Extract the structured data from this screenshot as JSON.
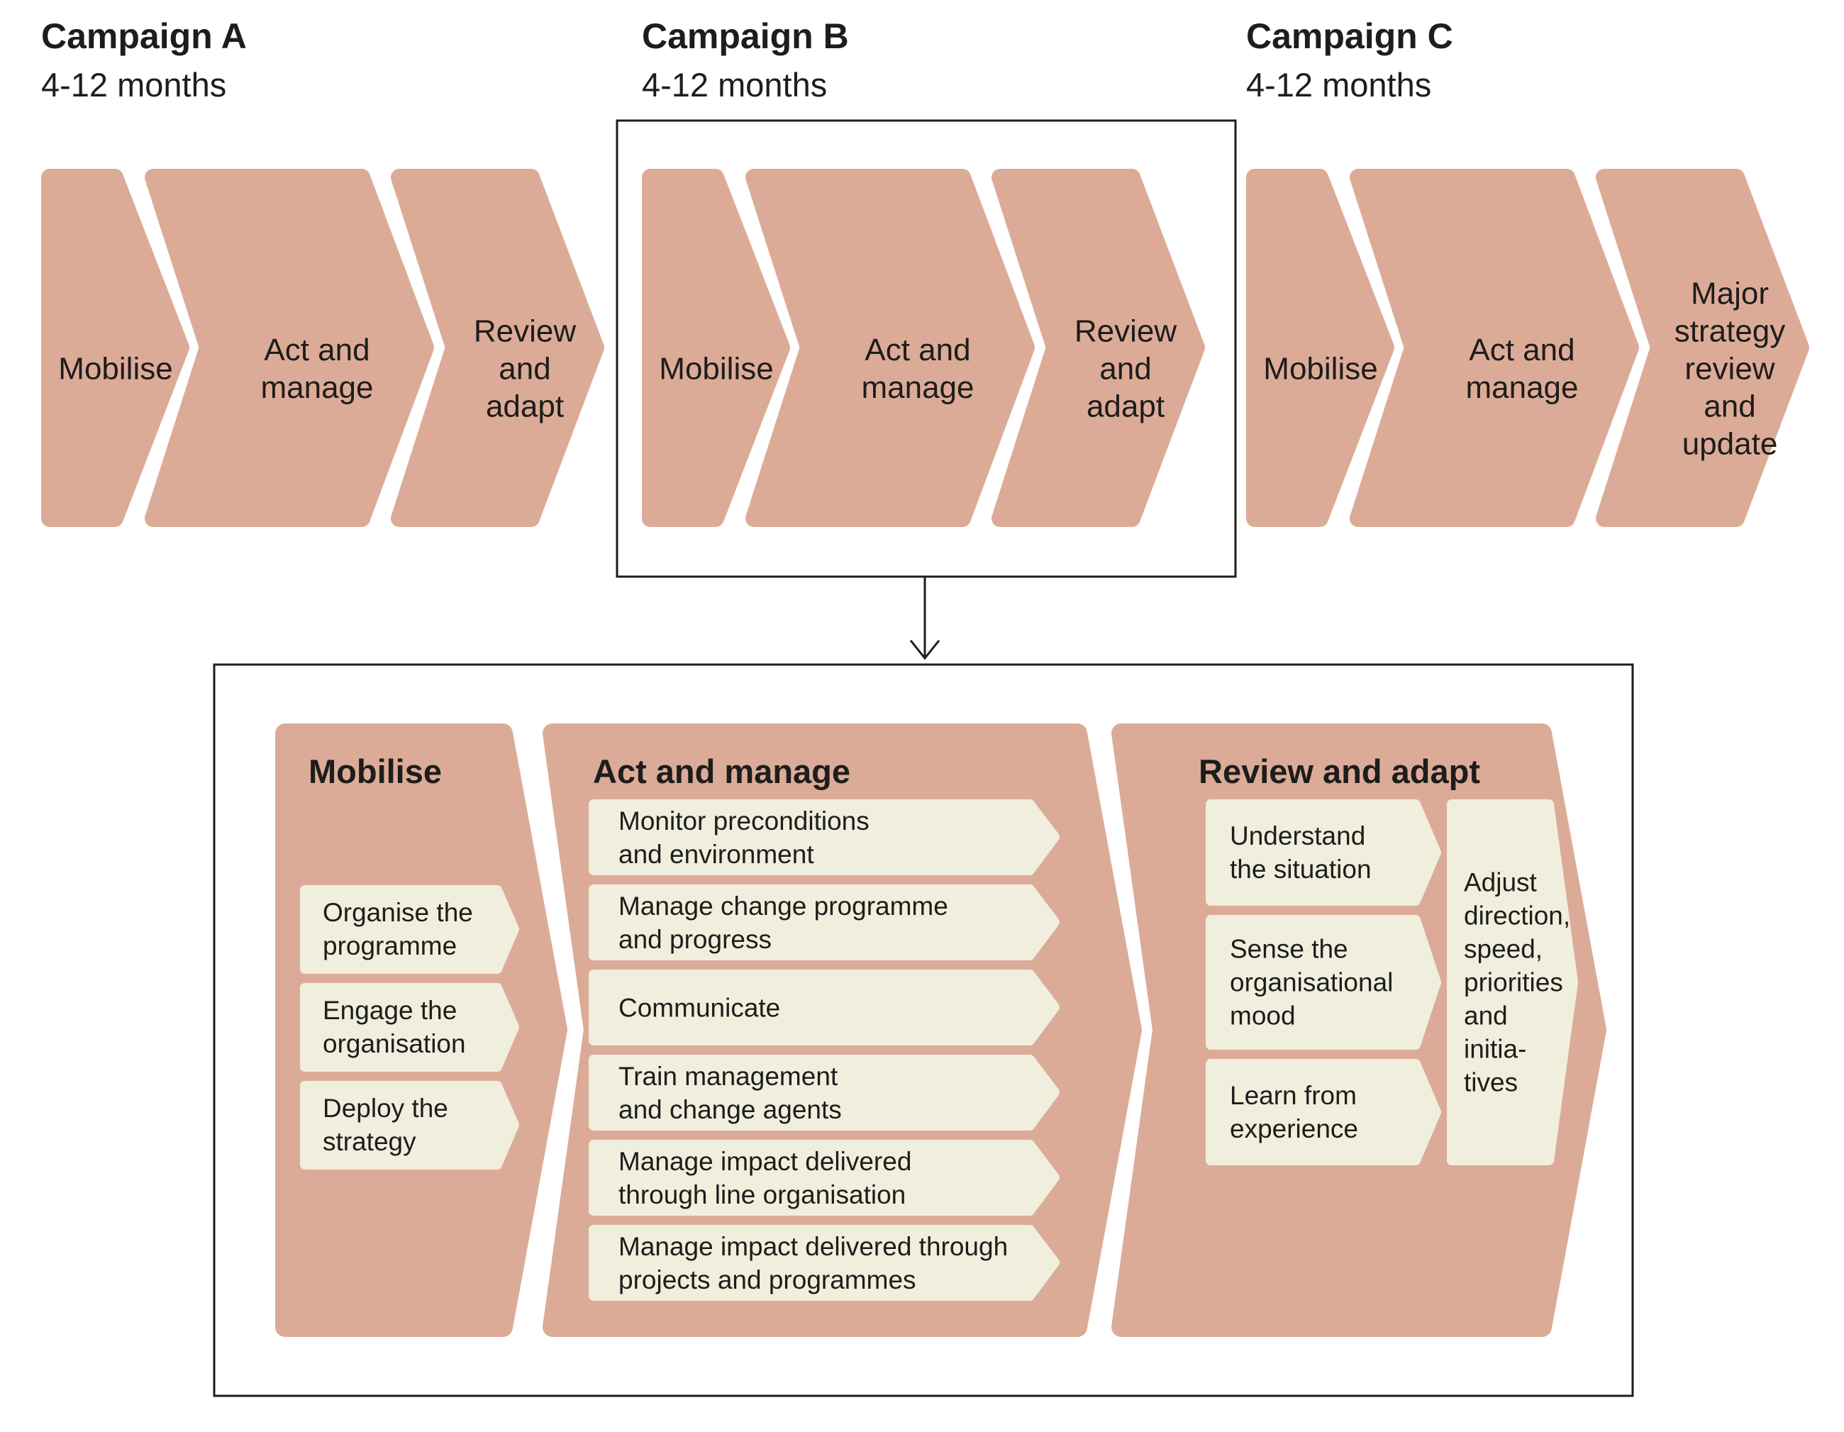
{
  "colors": {
    "phase_fill": "#dcab97",
    "item_fill": "#f0eedd",
    "text": "#1d1d1b",
    "outline": "#1d1d1b",
    "background": "#ffffff"
  },
  "campaigns": [
    {
      "title": "Campaign A",
      "duration": "4-12 months",
      "phases": [
        "Mobilise",
        "Act and\nmanage",
        "Review\nand\nadapt"
      ]
    },
    {
      "title": "Campaign B",
      "duration": "4-12 months",
      "highlighted": true,
      "phases": [
        "Mobilise",
        "Act and\nmanage",
        "Review\nand\nadapt"
      ]
    },
    {
      "title": "Campaign C",
      "duration": "4-12 months",
      "phases": [
        "Mobilise",
        "Act and\nmanage",
        "Major\nstrategy\nreview\nand\nupdate"
      ]
    }
  ],
  "detail": {
    "columns": [
      {
        "title": "Mobilise",
        "items": [
          "Organise the\nprogramme",
          "Engage the\norganisation",
          "Deploy the\nstrategy"
        ]
      },
      {
        "title": "Act and manage",
        "items": [
          "Monitor preconditions\nand environment",
          "Manage change programme\nand progress",
          "Communicate",
          "Train management\nand change agents",
          "Manage impact delivered\nthrough line organisation",
          "Manage impact delivered through\nprojects and programmes"
        ]
      },
      {
        "title": "Review and adapt",
        "items": [
          "Understand\nthe situation",
          "Sense the\norganisational\nmood",
          "Learn from\nexperience"
        ],
        "outcome": "Adjust\ndirection,\nspeed,\npriorities\nand\ninitia-\ntives"
      }
    ]
  }
}
